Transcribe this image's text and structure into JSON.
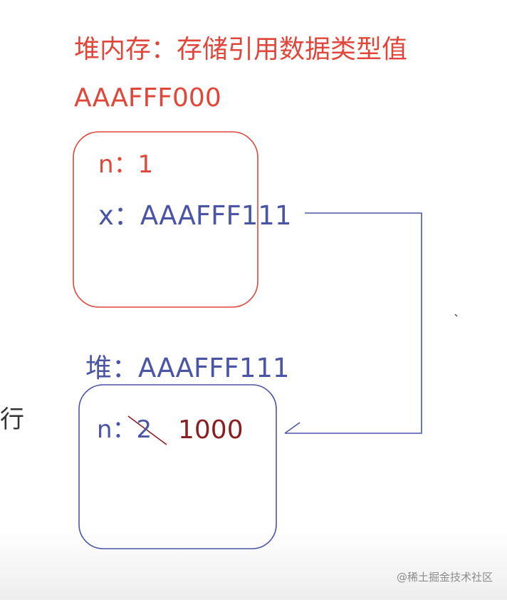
{
  "title": "堆内存：存储引用数据类型值",
  "heap1": {
    "address": "AAAFFF000",
    "n_entry": "n：1",
    "x_entry": "x：AAAFFF111"
  },
  "heap2": {
    "label": "堆：AAAFFF111",
    "n_entry": "n：2",
    "n_new_value": "1000"
  },
  "side_text": "行",
  "watermark": "@稀土掘金技术社区",
  "colors": {
    "red": "#e0463a",
    "blue": "#4b55a5",
    "dark_red": "#8a1f22"
  }
}
